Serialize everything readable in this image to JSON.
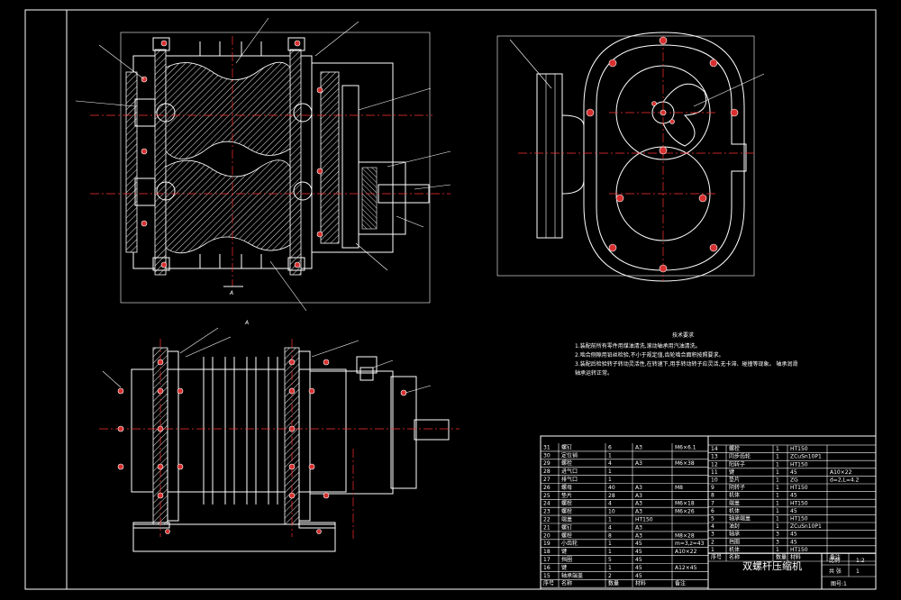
{
  "drawing": {
    "title": "双螺杆压缩机",
    "view_label_a": "A",
    "view_title_a": "A",
    "scale_label": "比例",
    "scale_value": "1:2",
    "sheet_label": "共 张",
    "sheet_value": "1",
    "drawing_no": "图号:1"
  },
  "notes": {
    "heading": "技术要求",
    "lines": [
      "1.装配前所有零件用煤油清洗,滚动轴承用汽油清洗。",
      "2.啮合侧隙用铅丝检验,不小于规定值,齿轮啮合面积按照要求。",
      "3.装配后检验转子转动灵活性,在转速下,用手转动转子应灵活,无卡滞、碰撞等现象。  轴承润滑",
      "轴承运转正常。"
    ]
  },
  "bom_left": {
    "rows": [
      {
        "no": "31",
        "name": "螺钉",
        "qty": "6",
        "mat": "A3",
        "spec": "M6×6.1"
      },
      {
        "no": "30",
        "name": "定位销",
        "qty": "1",
        "mat": "",
        "spec": ""
      },
      {
        "no": "29",
        "name": "螺栓",
        "qty": "4",
        "mat": "A3",
        "spec": "M6×38"
      },
      {
        "no": "28",
        "name": "进气口",
        "qty": "1",
        "mat": "",
        "spec": ""
      },
      {
        "no": "27",
        "name": "排气口",
        "qty": "1",
        "mat": "",
        "spec": ""
      },
      {
        "no": "26",
        "name": "螺母",
        "qty": "40",
        "mat": "A3",
        "spec": "M8"
      },
      {
        "no": "25",
        "name": "垫片",
        "qty": "28",
        "mat": "A3",
        "spec": ""
      },
      {
        "no": "24",
        "name": "螺栓",
        "qty": "4",
        "mat": "A3",
        "spec": "M6×18"
      },
      {
        "no": "23",
        "name": "螺栓",
        "qty": "10",
        "mat": "A3",
        "spec": "M6×26"
      },
      {
        "no": "22",
        "name": "端盖",
        "qty": "1",
        "mat": "HT150",
        "spec": ""
      },
      {
        "no": "21",
        "name": "螺钉",
        "qty": "4",
        "mat": "A3",
        "spec": ""
      },
      {
        "no": "20",
        "name": "螺栓",
        "qty": "8",
        "mat": "A3",
        "spec": "M8×28"
      },
      {
        "no": "19",
        "name": "小齿轮",
        "qty": "1",
        "mat": "45",
        "spec": "m=3,z=43"
      },
      {
        "no": "18",
        "name": "键",
        "qty": "1",
        "mat": "45",
        "spec": "A10×22"
      },
      {
        "no": "17",
        "name": "挡圈",
        "qty": "5",
        "mat": "45",
        "spec": ""
      },
      {
        "no": "16",
        "name": "键",
        "qty": "1",
        "mat": "45",
        "spec": "A12×45"
      },
      {
        "no": "15",
        "name": "轴承端盖",
        "qty": "2",
        "mat": "45",
        "spec": ""
      },
      {
        "no": "序号",
        "name": "名称",
        "qty": "数量",
        "mat": "材料",
        "spec": "备注"
      }
    ]
  },
  "bom_right": {
    "rows": [
      {
        "no": "14",
        "name": "螺栓",
        "qty": "1",
        "mat": "HT150",
        "spec": ""
      },
      {
        "no": "13",
        "name": "同步齿轮",
        "qty": "1",
        "mat": "ZCuSn10P1",
        "spec": ""
      },
      {
        "no": "12",
        "name": "阳转子",
        "qty": "1",
        "mat": "HT150",
        "spec": ""
      },
      {
        "no": "11",
        "name": "键",
        "qty": "1",
        "mat": "45",
        "spec": "A10×22"
      },
      {
        "no": "10",
        "name": "垫片",
        "qty": "1",
        "mat": "ZG",
        "spec": "d=2,L=4.2"
      },
      {
        "no": "9",
        "name": "阴转子",
        "qty": "1",
        "mat": "HT150",
        "spec": ""
      },
      {
        "no": "8",
        "name": "机体",
        "qty": "1",
        "mat": "45",
        "spec": ""
      },
      {
        "no": "7",
        "name": "端盖",
        "qty": "1",
        "mat": "HT150",
        "spec": ""
      },
      {
        "no": "6",
        "name": "机体",
        "qty": "1",
        "mat": "45",
        "spec": ""
      },
      {
        "no": "5",
        "name": "轴承端盖",
        "qty": "1",
        "mat": "HT150",
        "spec": ""
      },
      {
        "no": "4",
        "name": "油封",
        "qty": "1",
        "mat": "ZCuSn10P1",
        "spec": ""
      },
      {
        "no": "3",
        "name": "轴承",
        "qty": "3",
        "mat": "45",
        "spec": ""
      },
      {
        "no": "2",
        "name": "挡圈",
        "qty": "3",
        "mat": "45",
        "spec": ""
      },
      {
        "no": "1",
        "name": "机体",
        "qty": "1",
        "mat": "HT150",
        "spec": ""
      },
      {
        "no": "序号",
        "name": "名称",
        "qty": "数量",
        "mat": "材料",
        "spec": "备注"
      }
    ]
  }
}
